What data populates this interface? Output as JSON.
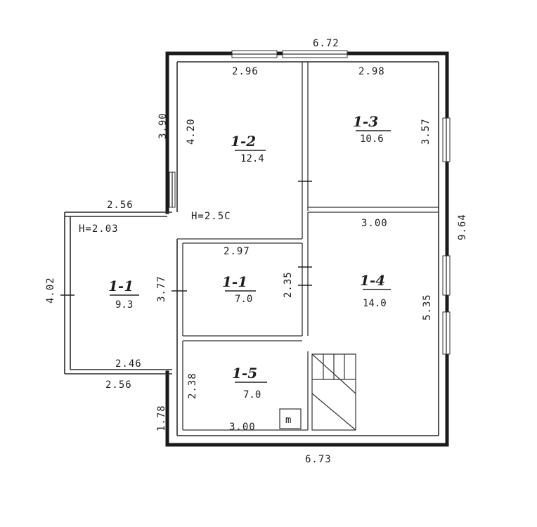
{
  "plan": {
    "top_overall": "6.72",
    "bottom_overall": "6.73",
    "right_overall": "9.64",
    "left_wing_height": "4.02",
    "upper_left_height": "3.90",
    "wing_top_width": "2.56",
    "wing_bottom_width_outer": "2.56",
    "wing_bottom_width_inner": "2.46",
    "wing_bottom_step": "1.78",
    "rooms": [
      {
        "label": "1-1",
        "area": "9.3",
        "height_note": "H=2.03",
        "width_dim": "",
        "height_dim": ""
      },
      {
        "label": "1-2",
        "area": "12.4",
        "height_note": "H=2.5C",
        "width_dim": "2.96",
        "height_dim": "4.20"
      },
      {
        "label": "1-3",
        "area": "10.6",
        "height_note": "",
        "width_dim": "2.98",
        "height_dim": "3.57"
      },
      {
        "label": "1-4",
        "area": "14.0",
        "height_note": "",
        "width_dim": "3.00",
        "height_dim": "5.35"
      },
      {
        "label": "1-1",
        "area": "7.0",
        "height_note": "",
        "width_dim": "2.97",
        "height_dim": "2.35"
      },
      {
        "label": "1-5",
        "area": "7.0",
        "height_note": "",
        "width_dim": "3.00",
        "height_dim": "2.38"
      }
    ],
    "middle_left_height": "3.77",
    "stove_mark": "m"
  }
}
